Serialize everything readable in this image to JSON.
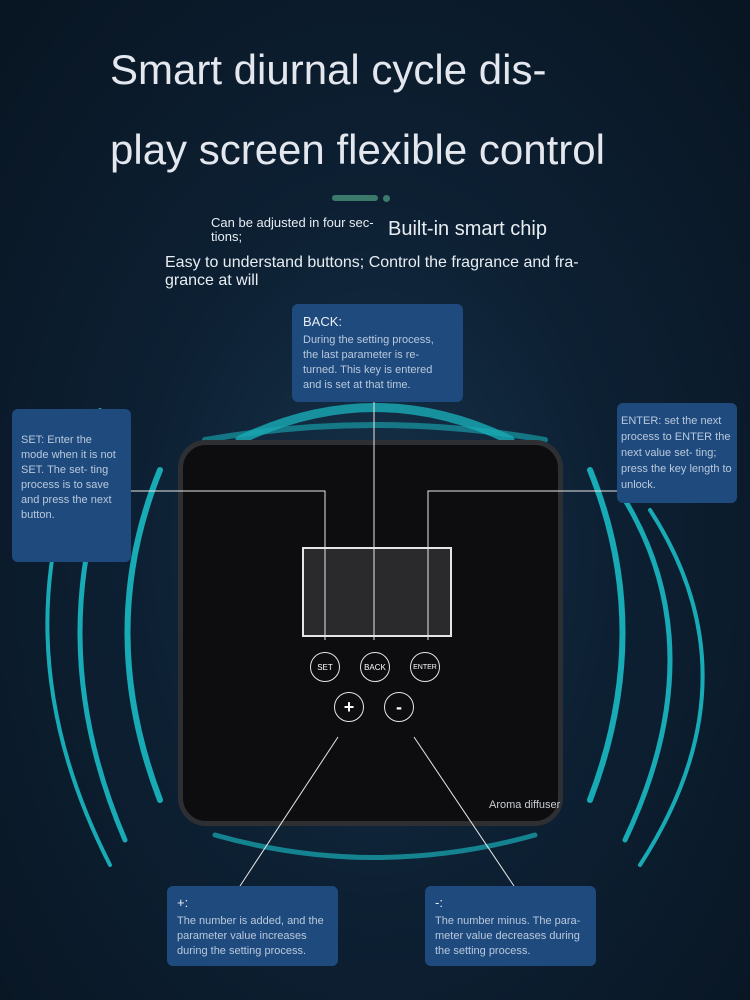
{
  "headline": {
    "line1": "Smart diurnal cycle dis-",
    "line2": "play screen flexible control"
  },
  "features": {
    "adjust": "Can be adjusted in four sec- tions;",
    "chip": "Built-in smart chip",
    "buttons": "Easy to understand buttons; Control the fragrance and fra- grance at will"
  },
  "device": {
    "buttons": {
      "set": "SET",
      "back": "BACK",
      "enter": "ENTER",
      "plus": "+",
      "minus": "-"
    },
    "brand": "Aroma diffuser"
  },
  "callouts": {
    "back": {
      "title": "BACK:",
      "text": "During the setting process, the last parameter is re- turned. This key is entered and is set at that time."
    },
    "set": {
      "text": "SET: Enter the mode when it is not SET. The set- ting process is to save and press the next button."
    },
    "enter": {
      "text": "ENTER: set the next process to ENTER the next value set- ting; press the key length to unlock."
    },
    "plus": {
      "title": "+:",
      "text": "The number is added, and the parameter value increases during the setting process."
    },
    "minus": {
      "title": "-:",
      "text": "The number minus. The para- meter value decreases during the setting process."
    }
  },
  "colors": {
    "ring": "#19b3bd",
    "callout": "#1f4a7e",
    "background": "#0d2033"
  }
}
